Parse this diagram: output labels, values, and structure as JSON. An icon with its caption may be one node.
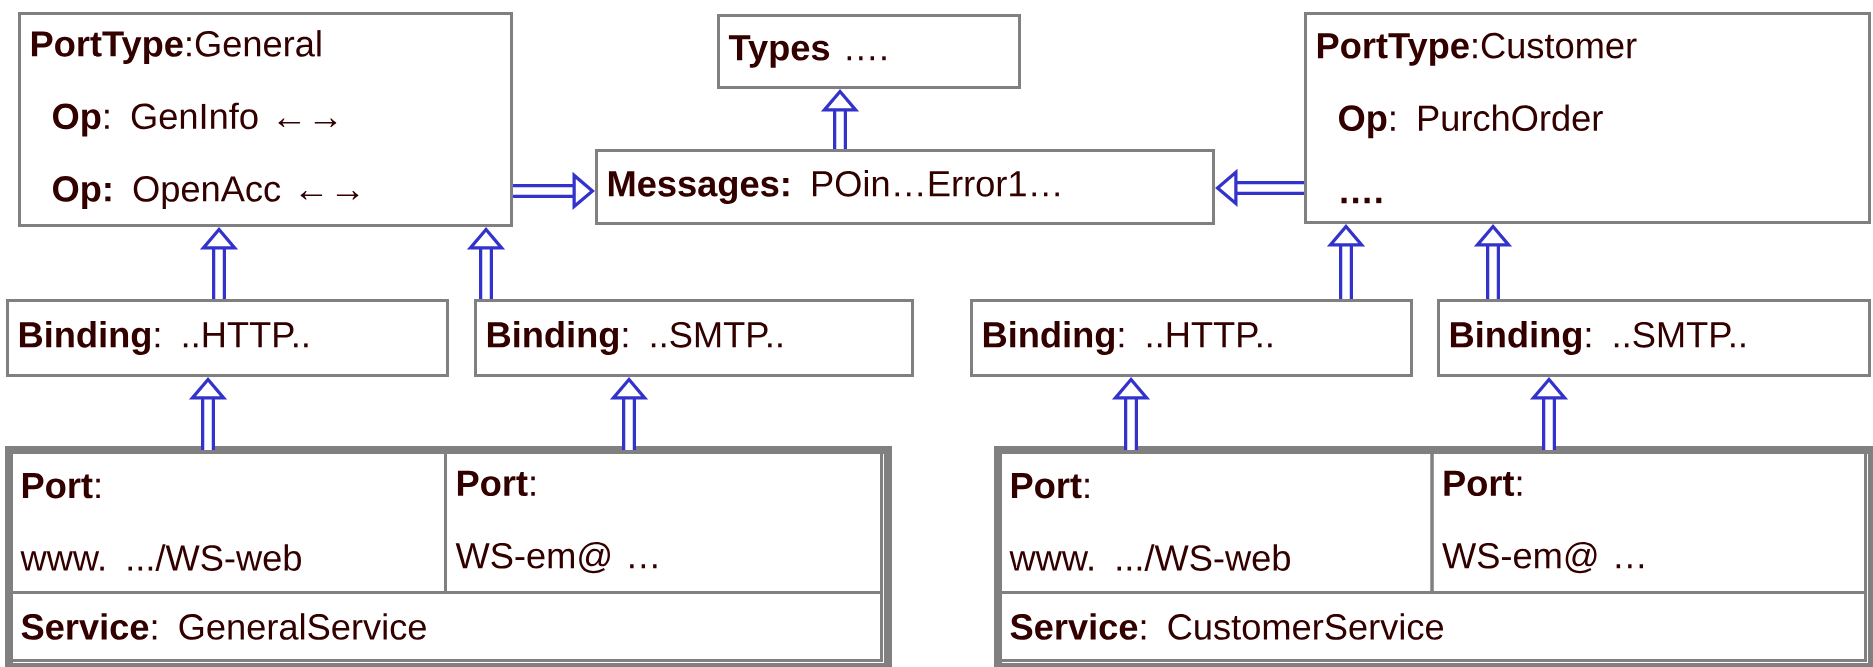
{
  "diagram": {
    "nodes": [
      {
        "text": [
          "**PortType**:General",
          "**Op**: GenInfo ←→",
          "**Op:** OpenAcc ←→"
        ]
      },
      {
        "text": [
          "**Types** …."
        ]
      },
      {
        "text": [
          "**Messages:** POin…Error1…"
        ]
      },
      {
        "text": [
          "**PortType**:Customer",
          "**Op**: PurchOrder",
          "**….**"
        ]
      },
      {
        "text": [
          "**Binding**: ..HTTP.."
        ]
      },
      {
        "text": [
          "**Binding**: ..SMTP.."
        ]
      },
      {
        "text": [
          "**Binding**: ..HTTP.."
        ]
      },
      {
        "text": [
          "**Binding**: ..SMTP.."
        ]
      },
      {
        "text": [],
        "shape": "box"
      },
      {
        "text": [
          "**Port**:",
          "www. .../WS-web"
        ],
        "in": 8
      },
      {
        "text": [
          "**Port**:",
          "WS-em@ …"
        ],
        "in": 8
      },
      {
        "text": [
          "**Service**: GeneralService"
        ],
        "in": 8
      },
      {
        "text": [],
        "shape": "box"
      },
      {
        "text": [
          "**Port**:",
          "www. .../WS-web"
        ],
        "in": 12
      },
      {
        "text": [
          "**Port**:",
          "WS-em@ …"
        ],
        "in": 12
      },
      {
        "text": [
          "**Service**: CustomerService"
        ],
        "in": 12
      }
    ],
    "edges": [
      {
        "from": 4,
        "to": 0,
        "arrow": "to"
      },
      {
        "from": 5,
        "to": 0,
        "arrow": "to"
      },
      {
        "from": 0,
        "to": 2,
        "arrow": "to"
      },
      {
        "from": 2,
        "to": 1,
        "arrow": "to"
      },
      {
        "from": 3,
        "to": 2,
        "arrow": "to"
      },
      {
        "from": 6,
        "to": 3,
        "arrow": "to"
      },
      {
        "from": 7,
        "to": 3,
        "arrow": "to"
      },
      {
        "from": 9,
        "to": 4,
        "arrow": "to"
      },
      {
        "from": 10,
        "to": 5,
        "arrow": "to"
      },
      {
        "from": 13,
        "to": 6,
        "arrow": "to"
      },
      {
        "from": 14,
        "to": 7,
        "arrow": "to"
      }
    ]
  }
}
